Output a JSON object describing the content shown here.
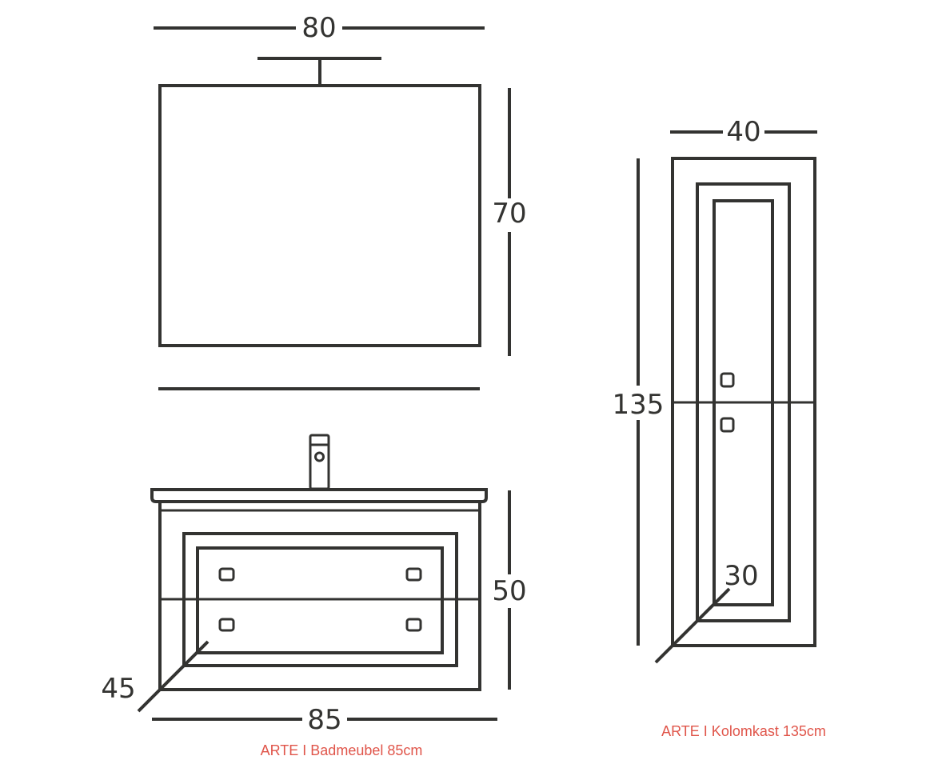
{
  "mirror": {
    "width": "80",
    "height": "70"
  },
  "vanity": {
    "width": "85",
    "height": "50",
    "depth": "45",
    "caption": "ARTE I Badmeubel 85cm"
  },
  "column": {
    "width": "40",
    "height": "135",
    "depth": "30",
    "caption": "ARTE I Kolomkast 135cm"
  },
  "colors": {
    "line": "#333331",
    "caption": "#e0554a"
  }
}
